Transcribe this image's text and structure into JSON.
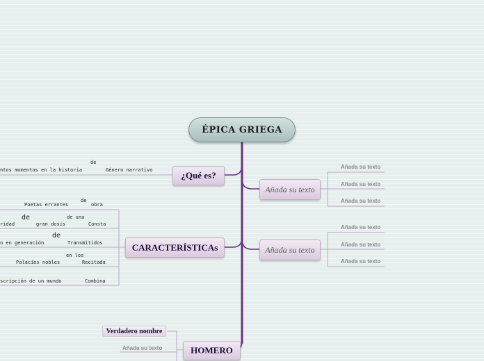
{
  "central": "ÉPICA GRIEGA",
  "topics": {
    "que_es": "¿Qué es?",
    "caracteristicas": "CARACTERÍSTICAs",
    "homero": "HOMERO",
    "right1": "Añada su texto",
    "right2": "Añada su texto"
  },
  "que_es_items": {
    "de": "de",
    "historia": "ntos momentos en la historia",
    "genero": "Género narrativo"
  },
  "caracteristicas_items": {
    "poetas": "Poetas errantes",
    "de1": "de",
    "obra": "obra",
    "de2": "de",
    "de_una": "de una",
    "idad": "ridad",
    "gran_dosis": "gran dosis",
    "consta": "Consta",
    "de3": "de",
    "generacion": "n en generación",
    "transmitidos": "Transmitidos",
    "en_los": "en los",
    "palacios": "Palacios nobles",
    "recitada": "Recitada",
    "descripcion": "scripción de un mundo",
    "combina": "Combina"
  },
  "right_items_1": [
    "Añada su texto",
    "Añada su texto",
    "Añada su texto"
  ],
  "right_items_2": [
    "Añada su texto",
    "Añada su texto",
    "Añada su texto"
  ],
  "homero_items": {
    "verdadero": "Verdadero nombre",
    "anada": "Añada su texto"
  },
  "colors": {
    "background": "#e6efed",
    "main_branch": "#6a2e86",
    "sub_line": "#b9a8c9"
  }
}
